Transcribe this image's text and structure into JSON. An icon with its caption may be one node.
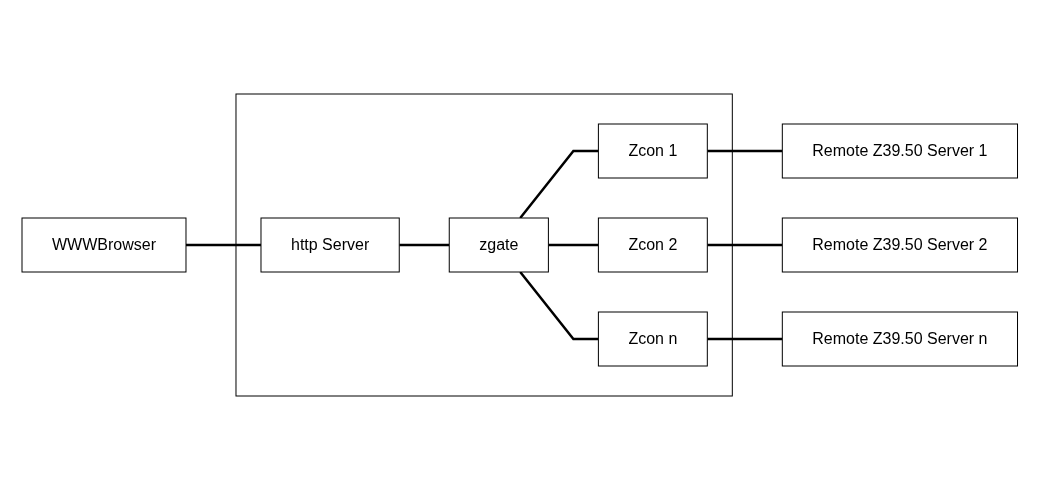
{
  "diagram": {
    "nodes": [
      {
        "text": [
          "WWWBrowser"
        ]
      },
      {
        "text": [],
        "shape": "box"
      },
      {
        "text": [
          "http Server"
        ],
        "in": 1
      },
      {
        "text": [
          "zgate"
        ],
        "in": 1
      },
      {
        "text": [
          "Zcon 1"
        ],
        "in": 1
      },
      {
        "text": [
          "Zcon 2"
        ],
        "in": 1
      },
      {
        "text": [
          "Zcon n"
        ],
        "in": 1
      },
      {
        "text": [
          "Remote Z39.50 Server 1"
        ]
      },
      {
        "text": [
          "Remote Z39.50 Server 2"
        ]
      },
      {
        "text": [
          "Remote Z39.50 Server n"
        ]
      }
    ],
    "edges": [
      {
        "from": 0,
        "to": 2,
        "arrow": "none"
      },
      {
        "from": 2,
        "to": 3,
        "arrow": "none"
      },
      {
        "from": 3,
        "to": 4,
        "arrow": "none"
      },
      {
        "from": 3,
        "to": 5,
        "arrow": "none"
      },
      {
        "from": 3,
        "to": 6,
        "arrow": "none"
      },
      {
        "from": 4,
        "to": 7,
        "arrow": "none"
      },
      {
        "from": 5,
        "to": 8,
        "arrow": "none"
      },
      {
        "from": 6,
        "to": 9,
        "arrow": "none"
      }
    ]
  }
}
